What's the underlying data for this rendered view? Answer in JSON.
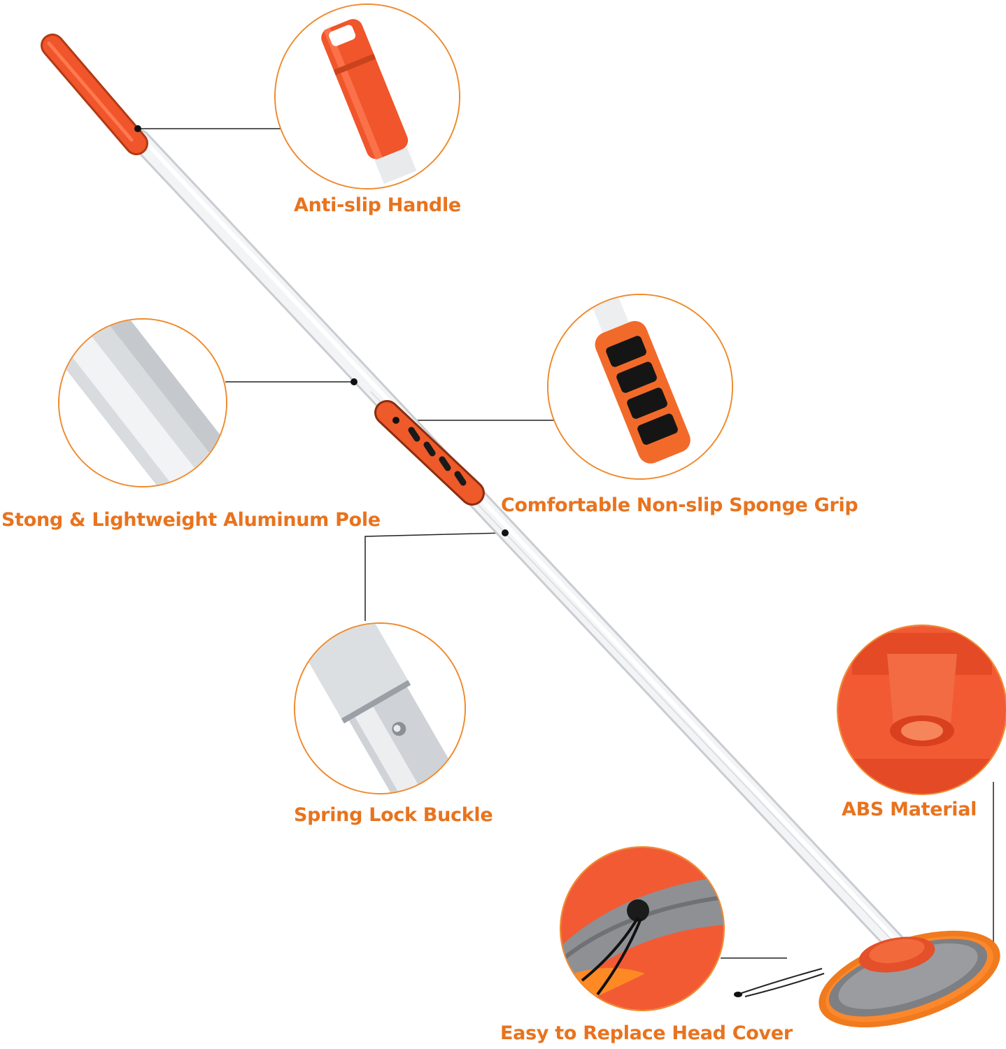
{
  "colors": {
    "accent_text": "#e8731e",
    "circle_border": "#ef8a2c",
    "handle_orange": "#f0552b",
    "pole_white": "#eef0f2",
    "leader_line": "#222222"
  },
  "features": [
    {
      "id": "anti_slip_handle",
      "label": "Anti-slip Handle",
      "icon": "handle-closeup"
    },
    {
      "id": "aluminum_pole",
      "label": "Stong & Lightweight Aluminum Pole",
      "icon": "pole-closeup"
    },
    {
      "id": "sponge_grip",
      "label": "Comfortable Non-slip Sponge Grip",
      "icon": "sponge-grip-closeup"
    },
    {
      "id": "spring_lock",
      "label": "Spring Lock Buckle",
      "icon": "spring-lock-closeup"
    },
    {
      "id": "abs_material",
      "label": "ABS Material",
      "icon": "abs-socket-closeup"
    },
    {
      "id": "head_cover",
      "label": "Easy to Replace Head Cover",
      "icon": "head-cover-closeup"
    }
  ]
}
